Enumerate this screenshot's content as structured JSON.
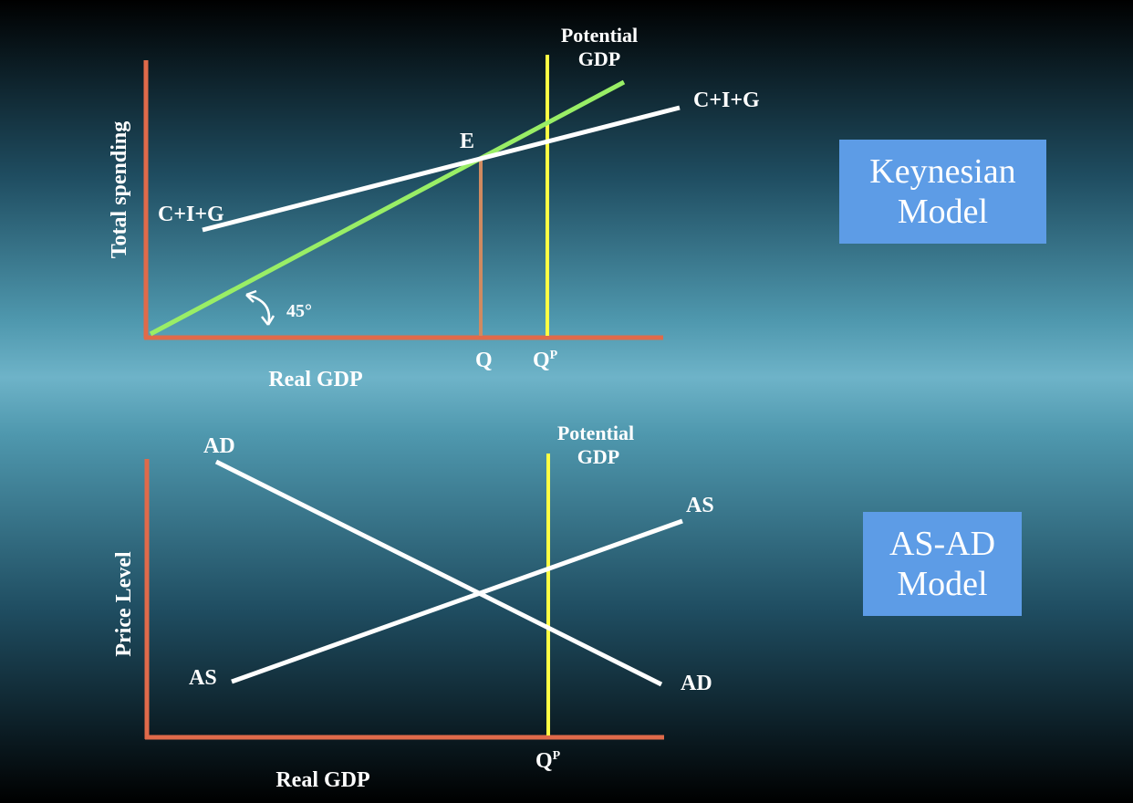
{
  "top_diagram": {
    "y_axis_label": "Total spending",
    "x_axis_label": "Real GDP",
    "potential_line": [
      "Potential",
      "GDP"
    ],
    "spending_label_right": "C+I+G",
    "spending_label_left": "C+I+G",
    "equilibrium_label": "E",
    "angle_label": "45°",
    "q_label": "Q",
    "qp_label_main": "Q",
    "qp_label_sup": "P"
  },
  "bottom_diagram": {
    "y_axis_label": "Price Level",
    "x_axis_label": "Real GDP",
    "potential_line": [
      "Potential",
      "GDP"
    ],
    "ad_label_top": "AD",
    "ad_label_bottom": "AD",
    "as_label_top": "AS",
    "as_label_bottom": "AS",
    "qp_label_main": "Q",
    "qp_label_sup": "P"
  },
  "keynesian_box": {
    "line1": "Keynesian",
    "line2": "Model"
  },
  "asad_box": {
    "line1": "AS-AD",
    "line2": "Model"
  },
  "colors": {
    "axis": "#e06a4a",
    "potential": "#ffff44",
    "line_45": "#99ee66",
    "curves": "#ffffff",
    "q_dropline": "#d08a60",
    "box": "#5d9ce6"
  }
}
